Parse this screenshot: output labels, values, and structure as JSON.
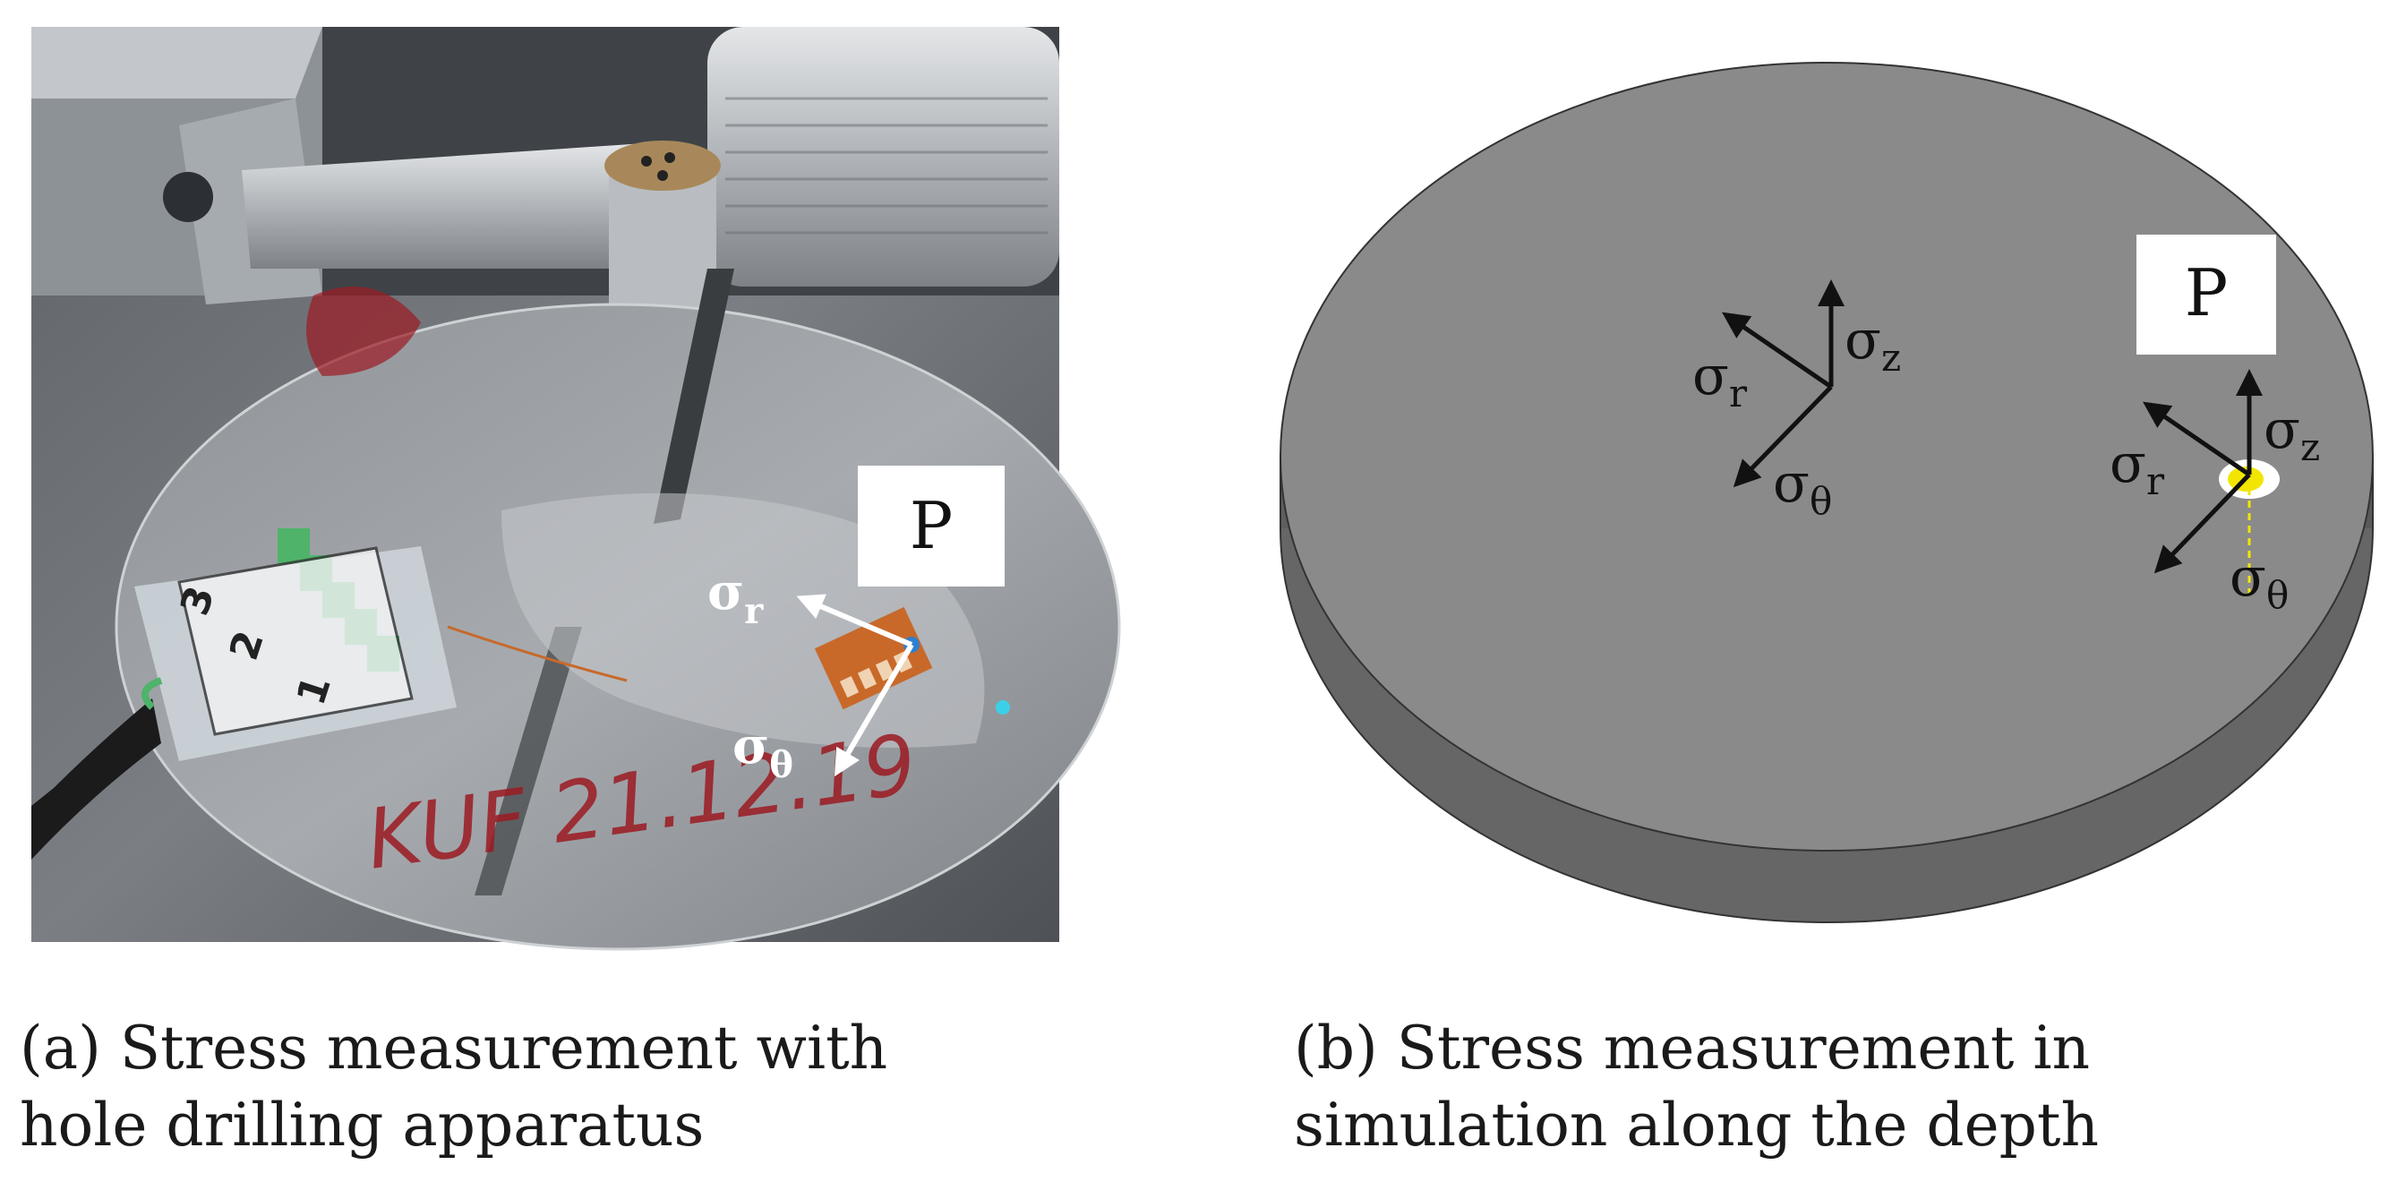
{
  "panel_a": {
    "point_label": "P",
    "sigma_r": "σ",
    "sigma_r_sub": "r",
    "sigma_theta": "σ",
    "sigma_theta_sub": "θ",
    "handwritten_marking": "KUF 21.12.19",
    "connector_numbers": [
      "3",
      "2",
      "1"
    ],
    "caption_line1": "(a) Stress measurement with",
    "caption_line2": "hole drilling apparatus"
  },
  "panel_b": {
    "point_label": "P",
    "center_axes": {
      "sigma_r": "σ",
      "sigma_r_sub": "r",
      "sigma_z": "σ",
      "sigma_z_sub": "z",
      "sigma_theta": "σ",
      "sigma_theta_sub": "θ"
    },
    "point_axes": {
      "sigma_r": "σ",
      "sigma_r_sub": "r",
      "sigma_z": "σ",
      "sigma_z_sub": "z",
      "sigma_theta": "σ",
      "sigma_theta_sub": "θ"
    },
    "caption_line1": "(b) Stress measurement in",
    "caption_line2": "simulation along the depth"
  },
  "colors": {
    "disk_top": "#8a8a8a",
    "disk_side": "#6b6b6b",
    "hole_marker": "#f2e600",
    "strain_gauge": "#c8692a",
    "connector_green": "#4fb36a",
    "marker_red": "#9c1a22"
  }
}
